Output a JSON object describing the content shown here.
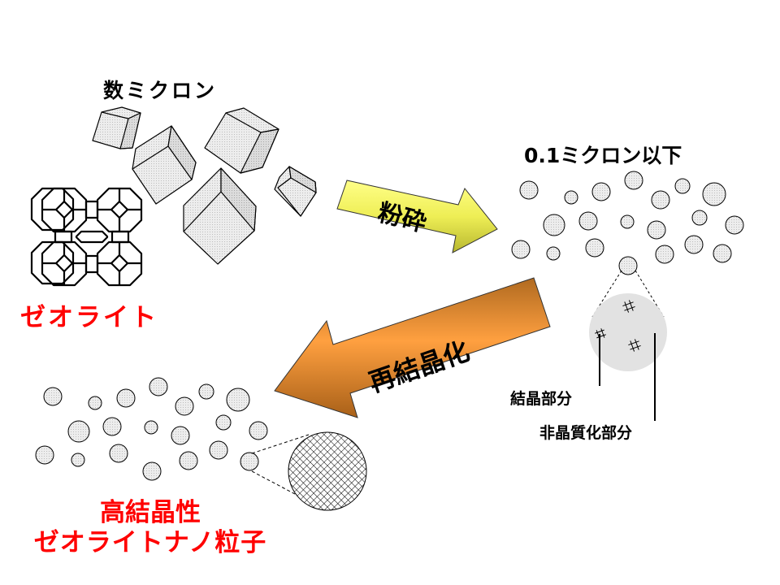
{
  "labels": {
    "micron_title": "数ミクロン",
    "submicron_title": "0.1ミクロン以下",
    "zeolite": "ゼオライト",
    "pulverize_arrow": "粉砕",
    "recrystallize_arrow": "再結晶化",
    "crystalline_part": "結晶部分",
    "amorphous_part": "非晶質化部分",
    "result_line1": "高結晶性",
    "result_line2": "ゼオライトナノ粒子"
  },
  "colors": {
    "label_red": "#ff0000",
    "pulverize_arrow_fill": "#f2f25a",
    "recrystallize_arrow_fill": "#f0a040",
    "particle_fill": "#e4e4e4",
    "amorphous_circle_fill": "#e2e2e2"
  },
  "diagram": {
    "stages": [
      {
        "name": "zeolite-crystals",
        "size": "数ミクロン"
      },
      {
        "name": "pulverized-particles",
        "size": "0.1ミクロン以下"
      },
      {
        "name": "nano-particles",
        "size": "高結晶性 ゼオライトナノ粒子"
      }
    ],
    "processes": [
      {
        "from": "zeolite-crystals",
        "to": "pulverized-particles",
        "label": "粉砕"
      },
      {
        "from": "pulverized-particles",
        "to": "nano-particles",
        "label": "再結晶化"
      }
    ]
  }
}
